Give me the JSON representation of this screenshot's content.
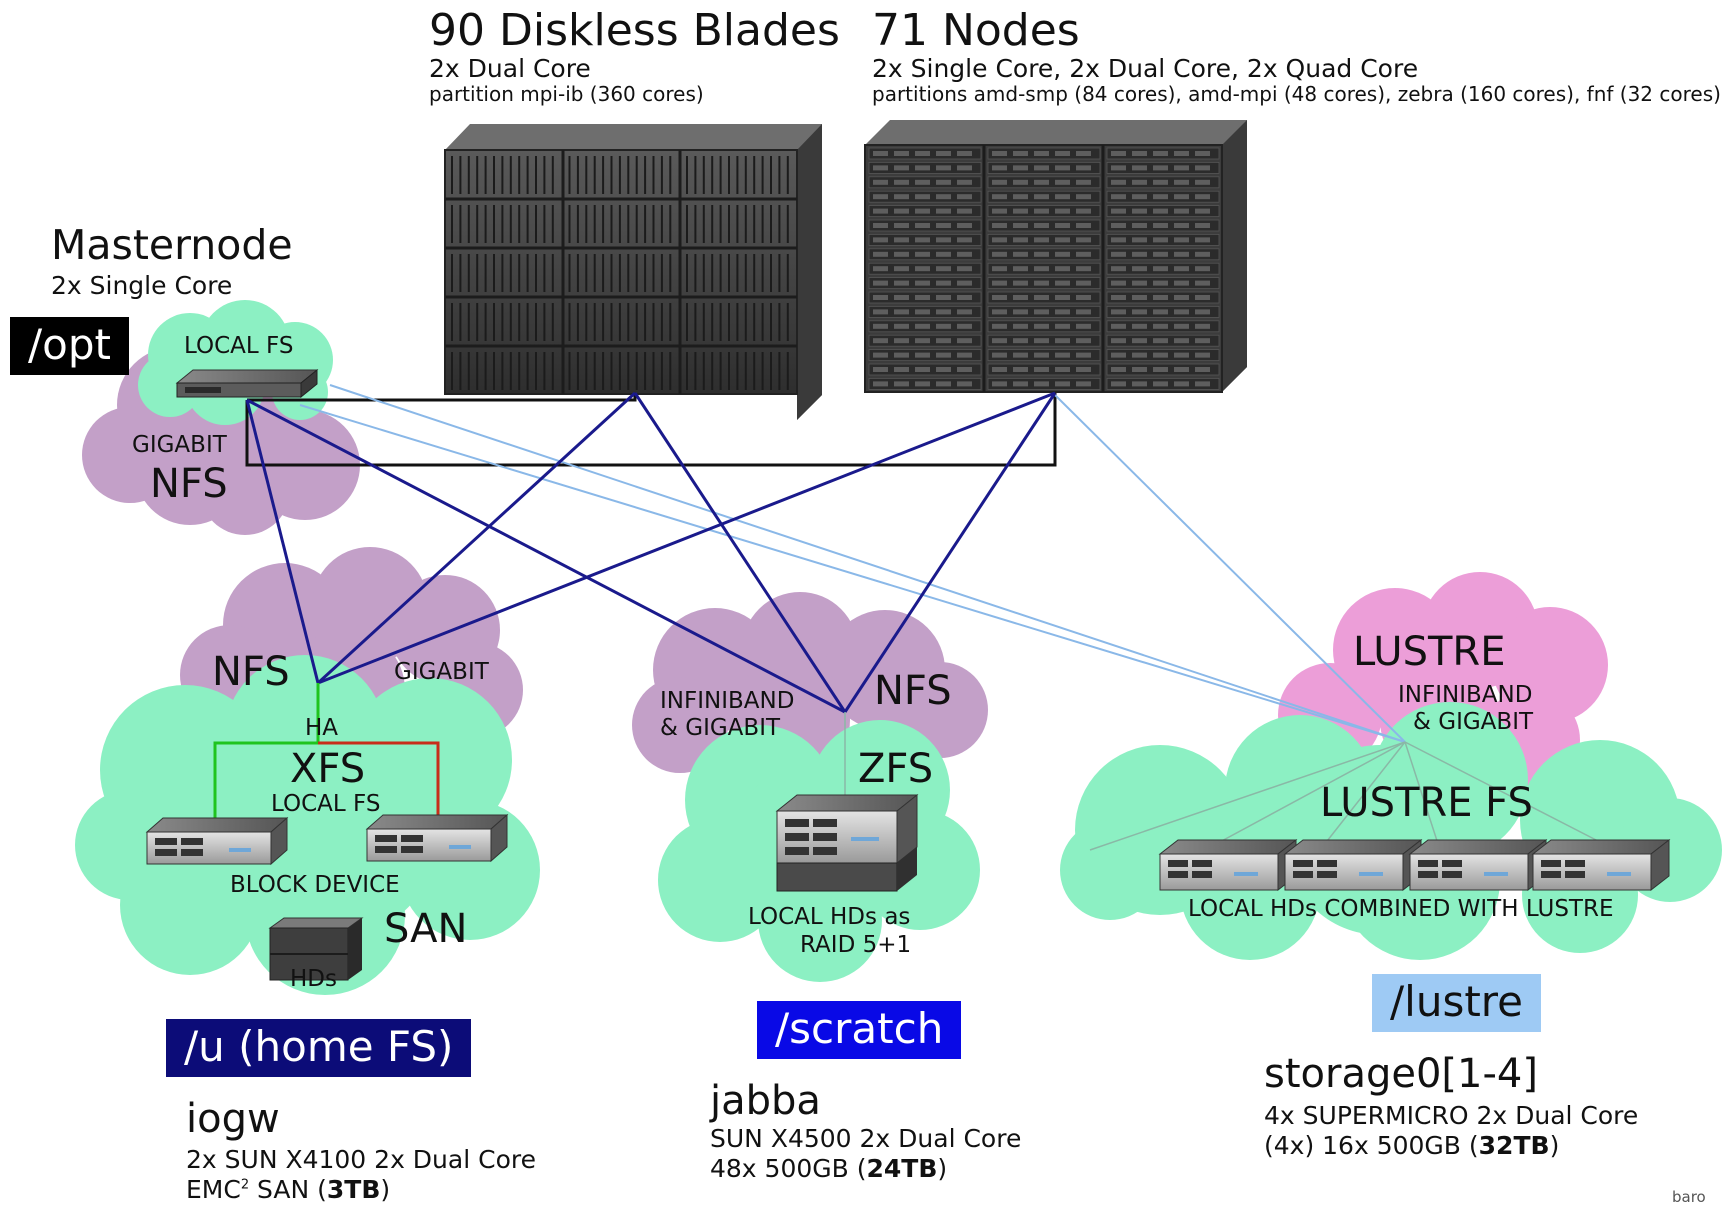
{
  "colors": {
    "cloud_green": "#8cf0c3",
    "cloud_purple": "#c3a0c8",
    "cloud_pink": "#ec9ed8",
    "link_dark_blue": "#1a1a8c",
    "link_light_blue": "#8ab8e8",
    "link_black": "#111111",
    "ha_green": "#1fc41f",
    "ha_red": "#c82d1a",
    "mount_opt_bg": "#000000",
    "mount_home_bg": "#0c0c78",
    "mount_scratch_bg": "#0909e6",
    "mount_lustre_bg": "#9ecaf4"
  },
  "blades": {
    "title": "90 Diskless Blades",
    "line1": "2x Dual Core",
    "line2": "partition mpi-ib (360 cores)"
  },
  "nodes": {
    "title": "71 Nodes",
    "line1": "2x Single Core, 2x Dual Core, 2x Quad Core",
    "line2": "partitions amd-smp (84 cores), amd-mpi (48 cores), zebra (160 cores), fnf (32 cores)"
  },
  "master": {
    "title": "Masternode",
    "subtitle": "2x Single Core",
    "mount": "/opt",
    "local_fs": "LOCAL FS",
    "gigabit": "GIGABIT",
    "nfs": "NFS"
  },
  "home": {
    "nfs": "NFS",
    "gigabit": "GIGABIT",
    "ha": "HA",
    "xfs": "XFS",
    "local_fs": "LOCAL FS",
    "block_device": "BLOCK DEVICE",
    "san": "SAN",
    "hds": "HDs",
    "mount": "/u (home FS)",
    "host": "iogw",
    "line1": "2x SUN X4100 2x Dual Core",
    "line2_prefix": "EMC",
    "line2_sup": "2",
    "line2_mid": " SAN (",
    "line2_bold": "3TB",
    "line2_suffix": ")"
  },
  "scratch": {
    "ib_gigabit_1": "INFINIBAND",
    "ib_gigabit_2": "& GIGABIT",
    "nfs": "NFS",
    "zfs": "ZFS",
    "local_hds_1": "LOCAL HDs as",
    "local_hds_2": "RAID 5+1",
    "mount": "/scratch",
    "host": "jabba",
    "line1": "SUN X4500 2x Dual Core",
    "line2_prefix": "48x 500GB (",
    "line2_bold": "24TB",
    "line2_suffix": ")"
  },
  "lustre": {
    "lustre": "LUSTRE",
    "ib_gigabit_1": "INFINIBAND",
    "ib_gigabit_2": "& GIGABIT",
    "lustre_fs": "LUSTRE FS",
    "local_hds": "LOCAL HDs COMBINED WITH LUSTRE",
    "mount": "/lustre",
    "host": "storage0[1-4]",
    "line1": "4x SUPERMICRO 2x Dual Core",
    "line2_prefix": "(4x) 16x 500GB (",
    "line2_bold": "32TB",
    "line2_suffix": ")"
  },
  "credit": "baro"
}
